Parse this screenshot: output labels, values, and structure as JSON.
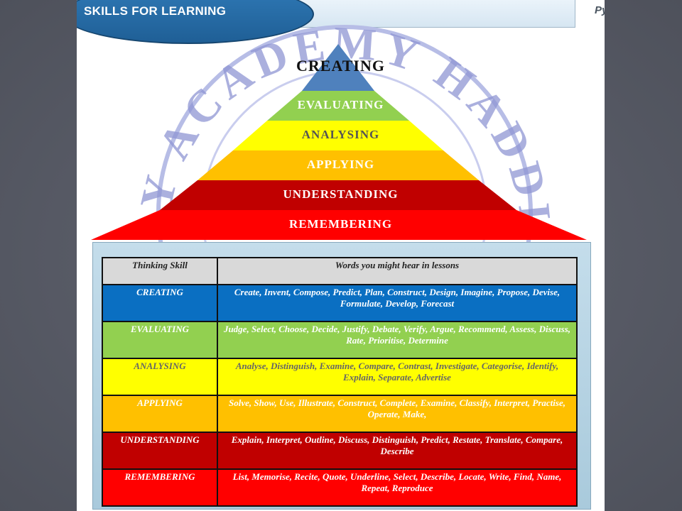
{
  "header": {
    "title": "SKILLS FOR LEARNING",
    "subtitle": "Pyramid"
  },
  "watermark": {
    "text": "Y ACADEMY HADDIN"
  },
  "pyramid": {
    "levels": [
      {
        "label": "CREATING",
        "color": "#4f81bd"
      },
      {
        "label": "EVALUATING",
        "color": "#92d050"
      },
      {
        "label": "ANALYSING",
        "color": "#ffff00"
      },
      {
        "label": "APPLYING",
        "color": "#ffc000"
      },
      {
        "label": "UNDERSTANDING",
        "color": "#c00000"
      },
      {
        "label": "REMEMBERING",
        "color": "#ff0000"
      }
    ]
  },
  "table": {
    "headers": [
      "Thinking Skill",
      "Words you might hear in lessons"
    ],
    "rows": [
      {
        "skill": "CREATING",
        "words": "Create, Invent, Compose, Predict, Plan, Construct, Design, Imagine, Propose, Devise, Formulate, Develop, Forecast"
      },
      {
        "skill": "EVALUATING",
        "words": "Judge, Select, Choose, Decide, Justify, Debate, Verify, Argue, Recommend, Assess, Discuss, Rate, Prioritise, Determine"
      },
      {
        "skill": "ANALYSING",
        "words": "Analyse, Distinguish, Examine, Compare, Contrast, Investigate, Categorise, Identify, Explain, Separate, Advertise"
      },
      {
        "skill": "APPLYING",
        "words": "Solve, Show, Use, Illustrate, Construct, Complete, Examine, Classify, Interpret, Practise, Operate, Make,"
      },
      {
        "skill": "UNDERSTANDING",
        "words": "Explain, Interpret, Outline, Discuss, Distinguish, Predict, Restate, Translate, Compare, Describe"
      },
      {
        "skill": "REMEMBERING",
        "words": "List, Memorise, Recite, Quote, Underline, Select, Describe, Locate, Write, Find, Name, Repeat, Reproduce"
      }
    ]
  }
}
